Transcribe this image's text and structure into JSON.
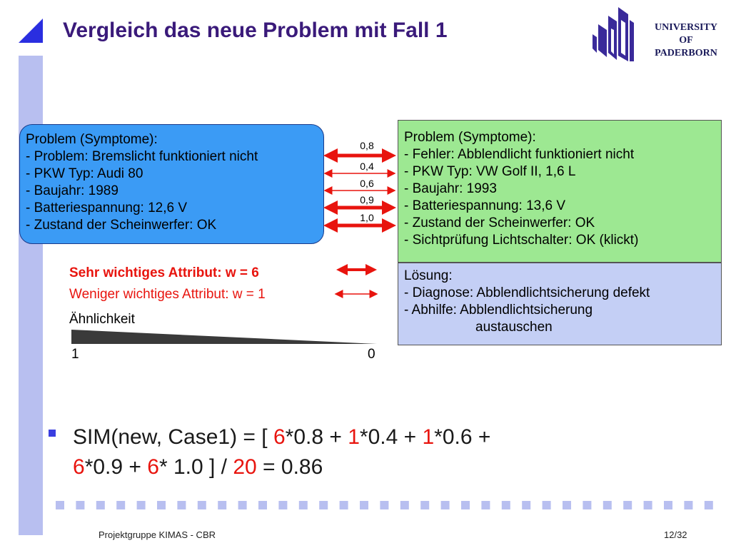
{
  "title": "Vergleich das neue Problem mit Fall 1",
  "logo": {
    "line1": "UNIVERSITY",
    "line2": "OF",
    "line3": "PADERBORN"
  },
  "new_case": {
    "lines": [
      "Problem (Symptome):",
      "- Problem: Bremslicht funktioniert nicht",
      "- PKW Typ: Audi 80",
      "- Baujahr: 1989",
      "- Batteriespannung: 12,6 V",
      "- Zustand der Scheinwerfer: OK"
    ]
  },
  "case1": {
    "lines": [
      "Problem (Symptome):",
      "- Fehler: Abblendlicht funktioniert nicht",
      "- PKW Typ: VW Golf II, 1,6 L",
      "- Baujahr: 1993",
      "- Batteriespannung: 13,6 V",
      "- Zustand der Scheinwerfer: OK",
      "- Sichtprüfung Lichtschalter: OK (klickt)"
    ]
  },
  "solution": {
    "lines": [
      "Lösung:",
      "- Diagnose: Abblendlichtsicherung defekt",
      "- Abhilfe: Abblendlichtsicherung",
      "austauschen"
    ]
  },
  "similarities": [
    "0,8",
    "0,4",
    "0,6",
    "0,9",
    "1,0"
  ],
  "legend": {
    "important": "Sehr wichtiges Attribut: w = 6",
    "less_important": "Weniger wichtiges Attribut: w = 1"
  },
  "scale": {
    "label": "Ähnlichkeit",
    "max": "1",
    "min": "0"
  },
  "formula": {
    "p1": "SIM(new, Case1) = [ ",
    "w1": "6",
    "p2": "*0.8 + ",
    "w2": "1",
    "p3": "*0.4 + ",
    "w3": "1",
    "p4": "*0.6 + ",
    "w4": "6",
    "p5": "*0.9 + ",
    "w5": "6",
    "p6": "* 1.0 ] / ",
    "total": "20",
    "p7": " = 0.86"
  },
  "footer": {
    "left": "Projektgruppe KIMAS - CBR",
    "right": "12/32"
  },
  "colors": {
    "accent": "#e8140e",
    "title": "#3a1a7a",
    "new_box": "#3b9bf5",
    "case_box": "#9de892",
    "solution_box": "#c4cff5"
  }
}
